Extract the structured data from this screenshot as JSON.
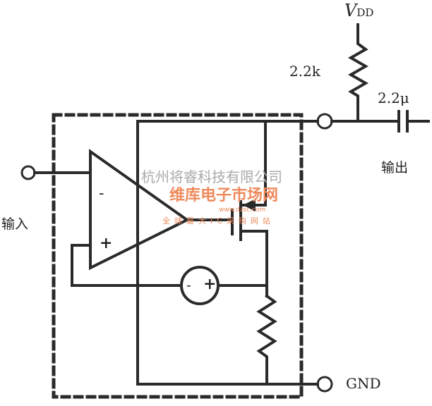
{
  "labels": {
    "vdd_main": "V",
    "vdd_sub": "DD",
    "resistor_value": "2.2k",
    "capacitor_value": "2.2μ",
    "output": "输出",
    "input": "输入",
    "gnd": "GND",
    "opamp_minus": "-",
    "opamp_plus": "+",
    "source_minus": "-",
    "source_plus": "+"
  },
  "watermark": {
    "company": "杭州将睿科技有限公司",
    "brand": "维库电子市场网",
    "url": "www.dzsc.com",
    "slogan": "全球最大IC采购网站"
  },
  "colors": {
    "ink": "#2a2a2a",
    "watermark": "#e8642c"
  }
}
